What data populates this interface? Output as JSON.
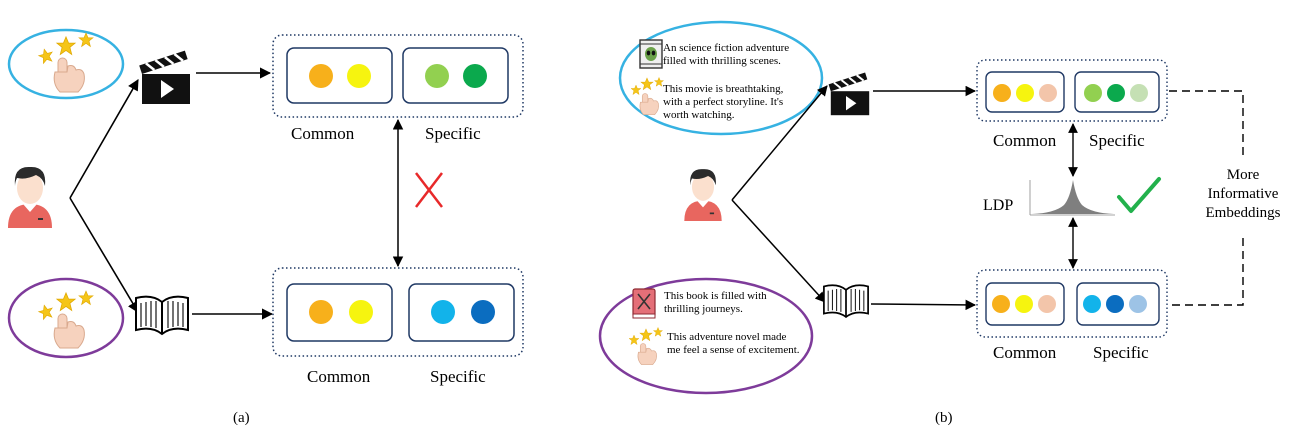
{
  "panel_a": {
    "caption": "(a)",
    "top_box": {
      "labels": {
        "common": "Common",
        "specific": "Specific"
      },
      "common_dots": [
        "#F7B01B",
        "#F6F40F"
      ],
      "specific_dots": [
        "#92D050",
        "#0BA94D"
      ]
    },
    "bottom_box": {
      "labels": {
        "common": "Common",
        "specific": "Specific"
      },
      "common_dots": [
        "#F7B01B",
        "#F6F40F"
      ],
      "specific_dots": [
        "#12B3EA",
        "#0B6DC0"
      ]
    },
    "cross_color": "#E8292A",
    "top_ellipse_color": "#36B2E2",
    "bottom_ellipse_color": "#7E3B9A"
  },
  "panel_b": {
    "caption": "(b)",
    "movie_reviews": [
      "An science fiction adventure filled with thrilling scenes.",
      "This movie is breathtaking, with a perfect storyline. It's worth watching."
    ],
    "book_reviews": [
      "This book is filled with thrilling journeys.",
      "This adventure novel made me feel a sense of excitement."
    ],
    "top_box": {
      "labels": {
        "common": "Common",
        "specific": "Specific"
      },
      "common_dots": [
        "#F7B01B",
        "#F6F40F",
        "#F3C5AA"
      ],
      "specific_dots": [
        "#92D050",
        "#0BA94D",
        "#C5E0B4"
      ]
    },
    "bottom_box": {
      "labels": {
        "common": "Common",
        "specific": "Specific"
      },
      "common_dots": [
        "#F7B01B",
        "#F6F40F",
        "#F3C5AA"
      ],
      "specific_dots": [
        "#12B3EA",
        "#0B6DC0",
        "#9DC3E6"
      ]
    },
    "ldp_label": "LDP",
    "side_label": "More Informative Embeddings",
    "check_color": "#22B14C"
  }
}
